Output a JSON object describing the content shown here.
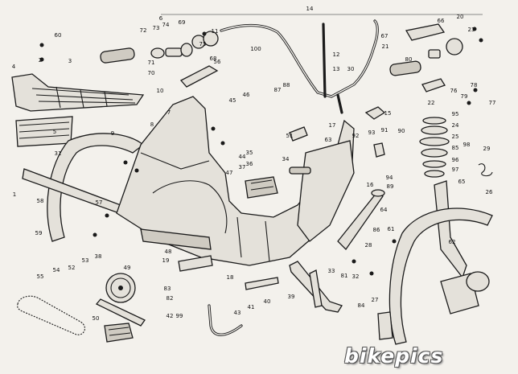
{
  "diagram": {
    "callouts": [
      "1",
      "2",
      "3",
      "4",
      "5",
      "6",
      "7",
      "8",
      "9",
      "10",
      "11",
      "12",
      "13",
      "14",
      "15",
      "16",
      "17",
      "18",
      "19",
      "20",
      "21",
      "22",
      "23",
      "24",
      "25",
      "26",
      "27",
      "28",
      "29",
      "30",
      "31",
      "32",
      "33",
      "34",
      "35",
      "36",
      "37",
      "38",
      "39",
      "40",
      "41",
      "42",
      "43",
      "44",
      "45",
      "46",
      "47",
      "48",
      "49",
      "50",
      "51",
      "52",
      "53",
      "54",
      "55",
      "56",
      "57",
      "58",
      "59",
      "60",
      "61",
      "62",
      "63",
      "64",
      "65",
      "66",
      "67",
      "68",
      "69",
      "70",
      "71",
      "72",
      "73",
      "74",
      "75",
      "76",
      "77",
      "78",
      "79",
      "80",
      "81",
      "82",
      "83",
      "84",
      "85",
      "86",
      "87",
      "88",
      "89",
      "90",
      "91",
      "92",
      "93",
      "94",
      "95",
      "96",
      "97",
      "98",
      "99",
      "100"
    ],
    "watermark": "bikepics"
  }
}
